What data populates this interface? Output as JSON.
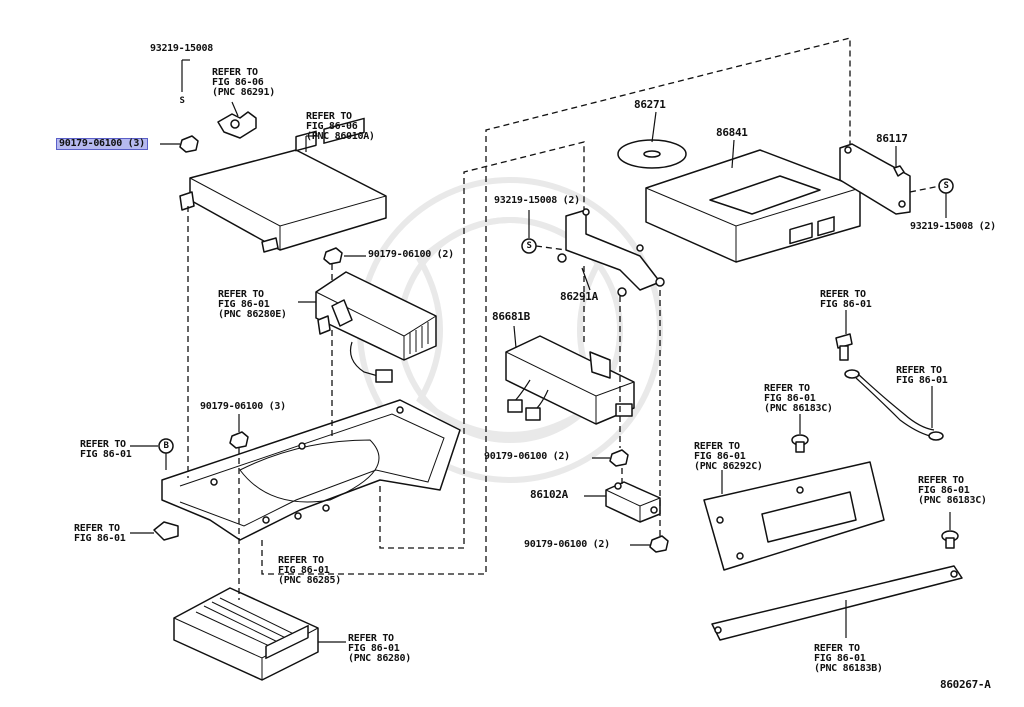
{
  "labels": {
    "p93219_top": "93219-15008",
    "refer_86291": "REFER TO\nFIG 86-06\n(PNC 86291)",
    "p90179_sel": "90179-06100 (3)",
    "refer_86010a": "REFER TO\nFIG 86-06\n(PNC 86010A)",
    "p90179_mid2": "90179-06100 (2)",
    "refer_86280e": "REFER TO\nFIG 86-01\n(PNC 86280E)",
    "p90179_left3": "90179-06100 (3)",
    "refer_b": "REFER TO\nFIG 86-01",
    "refer_clip": "REFER TO\nFIG 86-01",
    "refer_86285": "REFER TO\nFIG 86-01\n(PNC 86285)",
    "refer_86280": "REFER TO\nFIG 86-01\n(PNC 86280)",
    "p86271": "86271",
    "p86841": "86841",
    "p86117": "86117",
    "p93219_c2": "93219-15008 (2)",
    "p93219_r2": "93219-15008 (2)",
    "p86291a": "86291A",
    "p86681b": "86681B",
    "p90179_c2": "90179-06100 (2)",
    "p86102a": "86102A",
    "p90179_b2": "90179-06100 (2)",
    "refer_bolt": "REFER TO\nFIG 86-01",
    "refer_strap": "REFER TO\nFIG 86-01",
    "refer_86183c": "REFER TO\nFIG 86-01\n(PNC 86183C)",
    "refer_86292c": "REFER TO\nFIG 86-01\n(PNC 86292C)",
    "refer_86183c_2": "REFER TO\nFIG 86-01\n(PNC 86183C)",
    "refer_86183b": "REFER TO\nFIG 86-01\n(PNC 86183B)",
    "fig_code": "860267-A"
  },
  "callouts": {
    "s_letter": "S",
    "b_letter": "B"
  },
  "colors": {
    "highlight": "#b6b9ef",
    "line": "#111111"
  }
}
